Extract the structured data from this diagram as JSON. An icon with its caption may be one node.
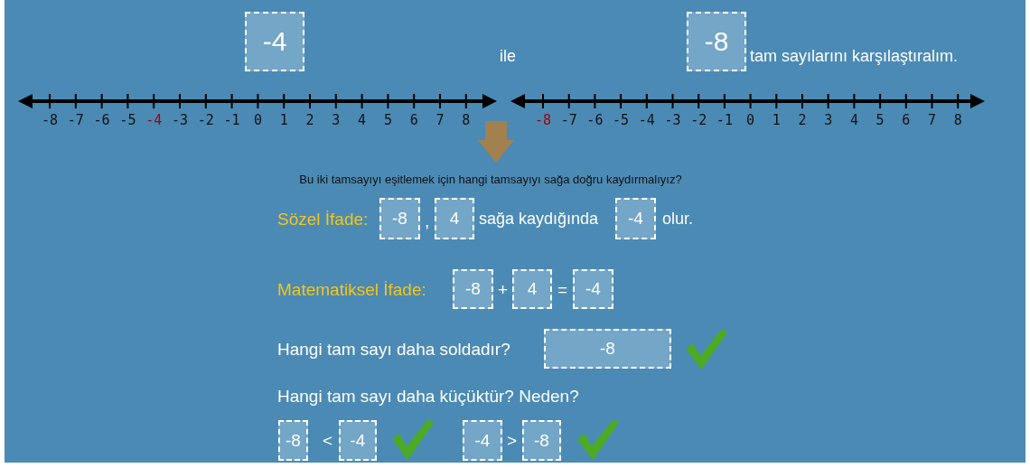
{
  "diagram": {
    "nodes": [
      {
        "text": [
          "-4"
        ]
      },
      {
        "text": [
          "-8"
        ]
      },
      {
        "text": [
          "-8"
        ]
      },
      {
        "text": [
          "4"
        ]
      },
      {
        "text": [
          "-4"
        ]
      },
      {
        "text": [
          "-8"
        ]
      },
      {
        "text": [
          "4"
        ]
      },
      {
        "text": [
          "-4"
        ]
      },
      {
        "text": [
          "-8"
        ]
      },
      {
        "text": [
          "-8"
        ]
      },
      {
        "text": [
          "-4"
        ]
      },
      {
        "text": [
          "-4"
        ]
      },
      {
        "text": [
          "-8"
        ]
      }
    ],
    "edges": [],
    "labels": [
      "ile",
      "tam sayılarını karşılaştıralım.",
      "-8",
      "-7",
      "-6",
      "-5",
      "-4",
      "-3",
      "-2",
      "-1",
      "0",
      "1",
      "2",
      "3",
      "4",
      "5",
      "6",
      "7",
      "8",
      "-8",
      "-7",
      "-6",
      "-5",
      "-4",
      "-3",
      "-2",
      "-1",
      "0",
      "1",
      "2",
      "3",
      "4",
      "5",
      "6",
      "7",
      "8",
      "Bu iki tamsayıyı eşitlemek için hangi tamsayıyı sağa doğru kaydırmalıyız?",
      "Sözel İfade:",
      ",",
      "sağa kaydığında",
      "olur.",
      "Matematiksel İfade:",
      "+",
      "=",
      "Hangi tam sayı daha soldadır?",
      "Hangi tam sayı daha küçüktür? Neden?",
      "<",
      ">"
    ]
  }
}
